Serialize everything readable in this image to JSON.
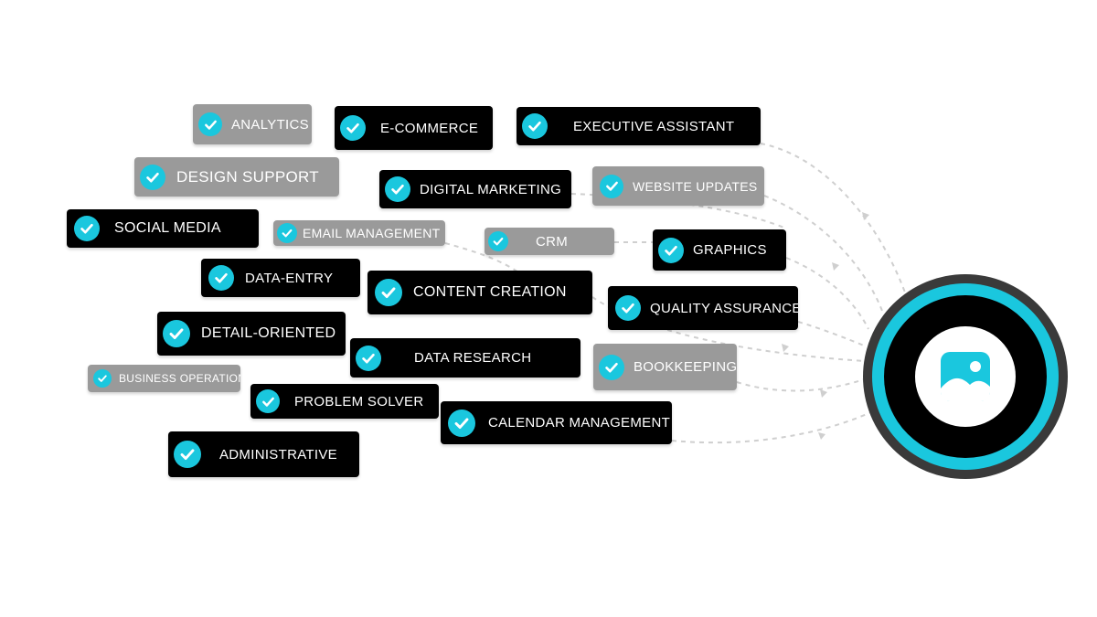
{
  "colors": {
    "accent": "#1ac7de",
    "dark_tag": "#000000",
    "gray_tag": "#9a9a9a",
    "connector": "#cfcfcf"
  },
  "hub": {
    "icon": "image-icon"
  },
  "skills": [
    {
      "id": "analytics",
      "label": "ANALYTICS",
      "style": "gray"
    },
    {
      "id": "e-commerce",
      "label": "E-COMMERCE",
      "style": "dark"
    },
    {
      "id": "executive-assistant",
      "label": "EXECUTIVE ASSISTANT",
      "style": "dark"
    },
    {
      "id": "design-support",
      "label": "DESIGN SUPPORT",
      "style": "gray"
    },
    {
      "id": "digital-marketing",
      "label": "DIGITAL MARKETING",
      "style": "dark"
    },
    {
      "id": "website-updates",
      "label": "WEBSITE UPDATES",
      "style": "gray"
    },
    {
      "id": "social-media",
      "label": "SOCIAL MEDIA",
      "style": "dark"
    },
    {
      "id": "email-management",
      "label": "EMAIL MANAGEMENT",
      "style": "gray"
    },
    {
      "id": "crm",
      "label": "CRM",
      "style": "gray"
    },
    {
      "id": "graphics",
      "label": "GRAPHICS",
      "style": "dark"
    },
    {
      "id": "data-entry",
      "label": "DATA-ENTRY",
      "style": "dark"
    },
    {
      "id": "content-creation",
      "label": "CONTENT CREATION",
      "style": "dark"
    },
    {
      "id": "quality-assurance",
      "label": "QUALITY ASSURANCE",
      "style": "dark"
    },
    {
      "id": "detail-oriented",
      "label": "DETAIL-ORIENTED",
      "style": "dark"
    },
    {
      "id": "data-research",
      "label": "DATA RESEARCH",
      "style": "dark"
    },
    {
      "id": "bookkeeping",
      "label": "BOOKKEEPING",
      "style": "gray"
    },
    {
      "id": "business-operation",
      "label": "BUSINESS OPERATION",
      "style": "gray"
    },
    {
      "id": "problem-solver",
      "label": "PROBLEM SOLVER",
      "style": "dark"
    },
    {
      "id": "calendar-management",
      "label": "CALENDAR MANAGEMENT",
      "style": "dark"
    },
    {
      "id": "administrative",
      "label": "ADMINISTRATIVE",
      "style": "dark"
    }
  ]
}
